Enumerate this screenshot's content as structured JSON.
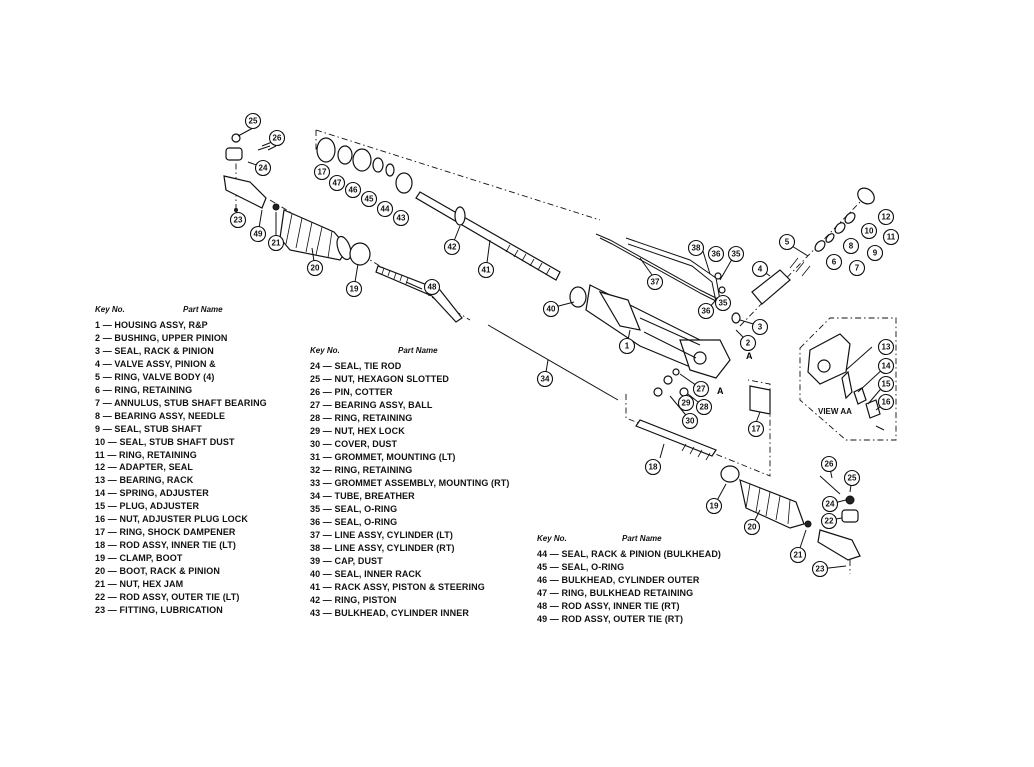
{
  "view_label": "VIEW AA",
  "section_marks": [
    "A",
    "A"
  ],
  "key_header": {
    "key_no": "Key No.",
    "part_name": "Part Name"
  },
  "key_groups": [
    [
      "1 — HOUSING ASSY, R&P",
      "2 — BUSHING, UPPER PINION",
      "3 — SEAL, RACK & PINION",
      "4 — VALVE ASSY, PINION &",
      "5 — RING, VALVE BODY (4)",
      "6 — RING, RETAINING",
      "7 — ANNULUS, STUB SHAFT BEARING",
      "8 — BEARING ASSY, NEEDLE",
      "9 — SEAL, STUB SHAFT",
      "10 — SEAL, STUB SHAFT DUST",
      "11 — RING, RETAINING",
      "12 — ADAPTER, SEAL",
      "13 — BEARING, RACK",
      "14 — SPRING, ADJUSTER",
      "15 — PLUG, ADJUSTER",
      "16 — NUT, ADJUSTER PLUG LOCK",
      "17 — RING, SHOCK DAMPENER",
      "18 — ROD ASSY, INNER TIE (LT)",
      "19 — CLAMP, BOOT",
      "20 — BOOT, RACK & PINION",
      "21 — NUT, HEX JAM",
      "22 — ROD ASSY, OUTER TIE (LT)",
      "23 — FITTING, LUBRICATION"
    ],
    [
      "24 — SEAL, TIE ROD",
      "25 — NUT, HEXAGON SLOTTED",
      "26 — PIN, COTTER",
      "27 — BEARING ASSY, BALL",
      "28 — RING, RETAINING",
      "29 — NUT, HEX LOCK",
      "30 — COVER, DUST",
      "31 — GROMMET, MOUNTING (LT)",
      "32 — RING, RETAINING",
      "33 — GROMMET ASSEMBLY, MOUNTING (RT)",
      "34 — TUBE, BREATHER",
      "35 — SEAL, O-RING",
      "36 — SEAL, O-RING",
      "37 — LINE ASSY, CYLINDER (LT)",
      "38 — LINE ASSY, CYLINDER (RT)",
      "39 — CAP, DUST",
      "40 — SEAL, INNER RACK",
      "41 — RACK ASSY, PISTON & STEERING",
      "42 — RING, PISTON",
      "43 — BULKHEAD, CYLINDER INNER"
    ],
    [
      "44 — SEAL, RACK & PINION (BULKHEAD)",
      "45 — SEAL, O-RING",
      "46 — BULKHEAD, CYLINDER OUTER",
      "47 — RING, BULKHEAD RETAINING",
      "48 — ROD ASSY, INNER TIE (RT)",
      "49 — ROD ASSY, OUTER TIE (RT)"
    ]
  ]
}
